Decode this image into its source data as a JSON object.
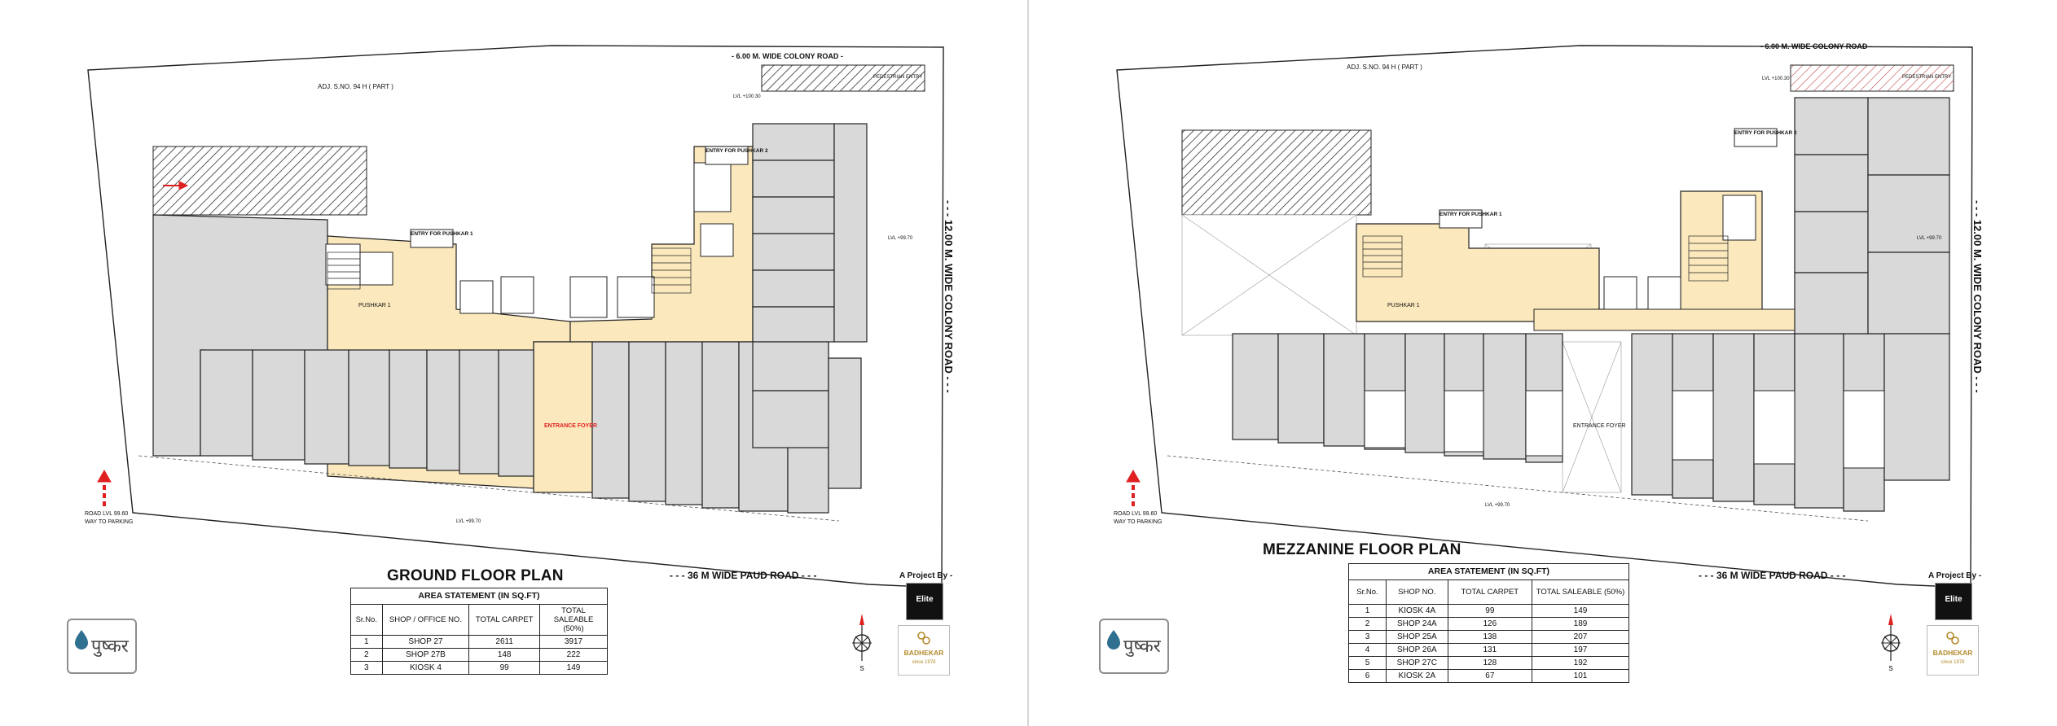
{
  "colors": {
    "shop_fill": "#d9d9d9",
    "common_fill": "#fbe9bd",
    "outline": "#222222",
    "hatch": "#333333",
    "entry_arrow": "#e02020",
    "brand_gold": "#b38a2a"
  },
  "left_sheet": {
    "title": "GROUND FLOOR PLAN",
    "roads": {
      "top": "- 6.00 M. WIDE COLONY ROAD -",
      "right": "- - - 12.00 M. WIDE COLONY ROAD - - -",
      "bottom": "- - - 36 M WIDE PAUD ROAD - - -",
      "adj": "ADJ. S.NO. 94 H ( PART )"
    },
    "labels": {
      "pedestrian_entry": "PEDESTRIAN ENTRY",
      "entry_pushkar_2": "ENTRY FOR PUSHKAR 2",
      "entry_pushkar_1": "ENTRY FOR PUSHKAR 1",
      "pushkar_1": "PUSHKAR 1",
      "entrance_foyer": "ENTRANCE FOYER",
      "way_to_parking": "WAY TO PARKING",
      "road_lvl": "ROAD LVL 99.60",
      "lvl_top": "LVL +100.30",
      "lvl_right": "LVL +99.70",
      "lvl_bottom": "LVL +99.70"
    },
    "table": {
      "caption": "AREA STATEMENT  (IN SQ.FT)",
      "headers": [
        "Sr.No.",
        "SHOP / OFFICE NO.",
        "TOTAL CARPET",
        "TOTAL SALEABLE (50%)"
      ],
      "rows": [
        [
          "1",
          "SHOP 27",
          "2611",
          "3917"
        ],
        [
          "2",
          "SHOP 27B",
          "148",
          "222"
        ],
        [
          "3",
          "KIOSK 4",
          "99",
          "149"
        ]
      ]
    },
    "project_by": "A Project By -",
    "logo_text": "पुष्कर",
    "elite": "Elite",
    "badhekar": "BADHEKAR",
    "badhekar_sub": "since 1978"
  },
  "right_sheet": {
    "title": "MEZZANINE FLOOR PLAN",
    "roads": {
      "top": "- 6.00 M. WIDE COLONY ROAD -",
      "right": "- - - 12.00 M. WIDE COLONY ROAD - - -",
      "bottom": "- - - 36 M WIDE PAUD ROAD - - -",
      "adj": "ADJ. S.NO. 94 H ( PART )"
    },
    "labels": {
      "pedestrian_entry": "PEDESTRIAN ENTRY",
      "entry_pushkar_2": "ENTRY FOR PUSHKAR 2",
      "entry_pushkar_1": "ENTRY FOR PUSHKAR 1",
      "pushkar_1": "PUSHKAR 1",
      "entrance_foyer": "ENTRANCE FOYER",
      "way_to_parking": "WAY TO PARKING",
      "road_lvl": "ROAD LVL 99.60",
      "lvl_top": "LVL +100.30",
      "lvl_right": "LVL +99.70",
      "lvl_bottom": "LVL +99.70"
    },
    "table": {
      "caption": "AREA STATEMENT  (IN SQ.FT)",
      "headers": [
        "Sr.No.",
        "SHOP NO.",
        "TOTAL CARPET",
        "TOTAL SALEABLE (50%)"
      ],
      "rows": [
        [
          "1",
          "KIOSK 4A",
          "99",
          "149"
        ],
        [
          "2",
          "SHOP 24A",
          "126",
          "189"
        ],
        [
          "3",
          "SHOP 25A",
          "138",
          "207"
        ],
        [
          "4",
          "SHOP 26A",
          "131",
          "197"
        ],
        [
          "5",
          "SHOP 27C",
          "128",
          "192"
        ],
        [
          "6",
          "KIOSK 2A",
          "67",
          "101"
        ]
      ]
    },
    "project_by": "A Project By -",
    "logo_text": "पुष्कर",
    "elite": "Elite",
    "badhekar": "BADHEKAR",
    "badhekar_sub": "since 1978"
  }
}
